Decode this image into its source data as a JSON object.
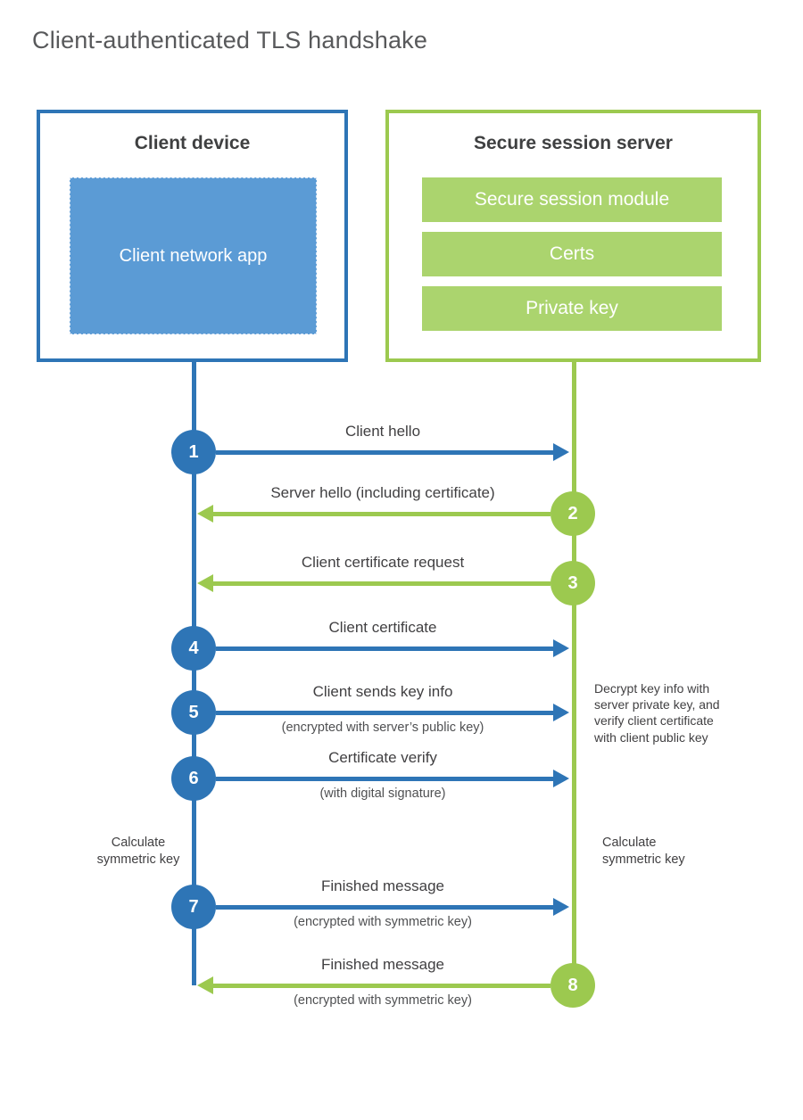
{
  "title": "Client-authenticated TLS handshake",
  "colors": {
    "blue_line": "#2E75B6",
    "blue_fill": "#5B9BD5",
    "green_line": "#9CC94F",
    "green_fill": "#ABD46E",
    "text_dark": "#414042",
    "title_gray": "#58595B"
  },
  "client": {
    "title": "Client device",
    "app_label": "Client network app"
  },
  "server": {
    "title": "Secure session server",
    "modules": [
      "Secure session module",
      "Certs",
      "Private key"
    ]
  },
  "steps": [
    {
      "num": "1",
      "from": "client",
      "label": "Client hello",
      "sublabel": ""
    },
    {
      "num": "2",
      "from": "server",
      "label": "Server hello (including certificate)",
      "sublabel": ""
    },
    {
      "num": "3",
      "from": "server",
      "label": "Client certificate request",
      "sublabel": ""
    },
    {
      "num": "4",
      "from": "client",
      "label": "Client certificate",
      "sublabel": ""
    },
    {
      "num": "5",
      "from": "client",
      "label": "Client sends key info",
      "sublabel": "(encrypted with server’s public key)"
    },
    {
      "num": "6",
      "from": "client",
      "label": "Certificate verify",
      "sublabel": "(with digital signature)"
    },
    {
      "num": "7",
      "from": "client",
      "label": "Finished message",
      "sublabel": "(encrypted with symmetric key)"
    },
    {
      "num": "8",
      "from": "server",
      "label": "Finished message",
      "sublabel": "(encrypted with symmetric key)"
    }
  ],
  "annotations": {
    "server_note": "Decrypt key info with server private key, and verify client certificate with client public key",
    "client_calc": "Calculate symmetric key",
    "server_calc": "Calculate symmetric key"
  }
}
